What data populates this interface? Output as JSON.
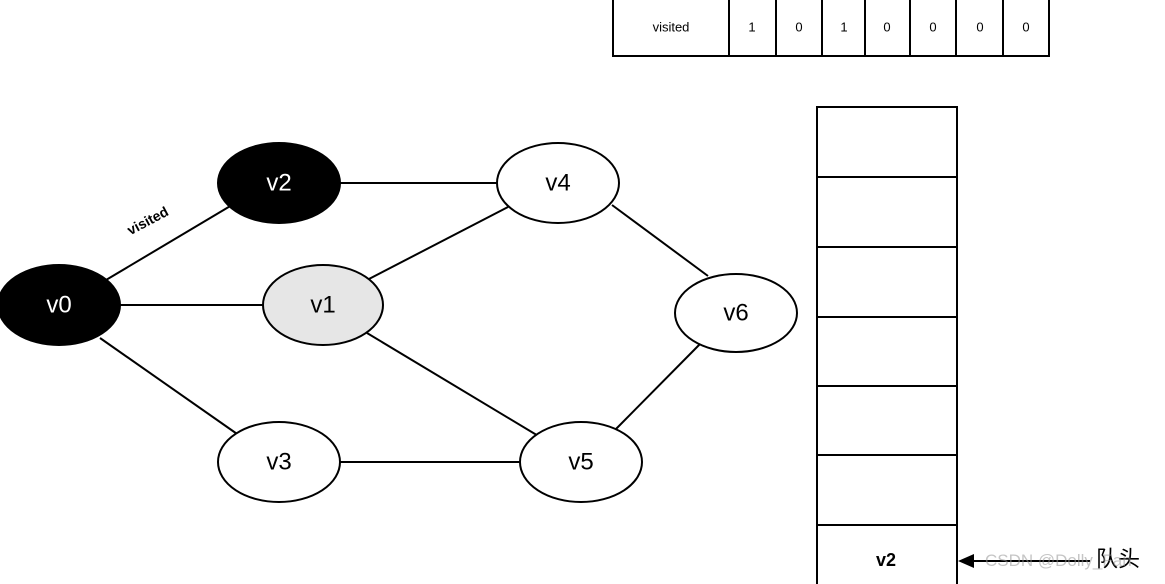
{
  "visited_table": {
    "row_label": "visited",
    "values": [
      "1",
      "0",
      "1",
      "0",
      "0",
      "0",
      "0"
    ]
  },
  "graph": {
    "nodes": [
      {
        "id": "v0",
        "label": "v0",
        "state": "visited"
      },
      {
        "id": "v1",
        "label": "v1",
        "state": "current"
      },
      {
        "id": "v2",
        "label": "v2",
        "state": "visited"
      },
      {
        "id": "v3",
        "label": "v3",
        "state": "unvisited"
      },
      {
        "id": "v4",
        "label": "v4",
        "state": "unvisited"
      },
      {
        "id": "v5",
        "label": "v5",
        "state": "unvisited"
      },
      {
        "id": "v6",
        "label": "v6",
        "state": "unvisited"
      }
    ],
    "edges": [
      {
        "from": "v0",
        "to": "v2",
        "label": "visited"
      },
      {
        "from": "v0",
        "to": "v1",
        "label": ""
      },
      {
        "from": "v0",
        "to": "v3",
        "label": ""
      },
      {
        "from": "v2",
        "to": "v4",
        "label": ""
      },
      {
        "from": "v1",
        "to": "v4",
        "label": ""
      },
      {
        "from": "v1",
        "to": "v5",
        "label": ""
      },
      {
        "from": "v3",
        "to": "v5",
        "label": ""
      },
      {
        "from": "v4",
        "to": "v6",
        "label": ""
      },
      {
        "from": "v5",
        "to": "v6",
        "label": ""
      }
    ]
  },
  "queue": {
    "cells": [
      "",
      "",
      "",
      "",
      "",
      "",
      "v2"
    ],
    "head_label": "队头"
  },
  "colors": {
    "visited_fill": "#000000",
    "visited_text": "#ffffff",
    "current_fill": "#e6e6e6",
    "unvisited_fill": "#ffffff",
    "node_text": "#000000"
  },
  "watermark": "CSDN @Dolly_Fan"
}
